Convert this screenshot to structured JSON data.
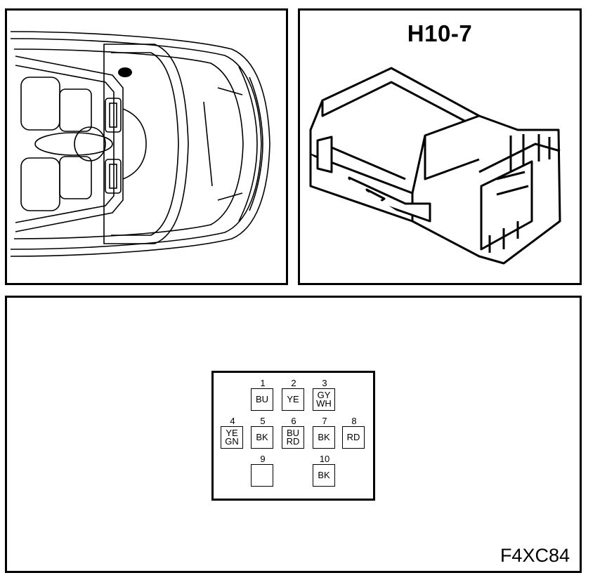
{
  "connector": {
    "title": "H10-7"
  },
  "figure_code": "F4XC84",
  "pins": [
    {
      "num": "1",
      "colors": [
        "BU"
      ]
    },
    {
      "num": "2",
      "colors": [
        "YE"
      ]
    },
    {
      "num": "3",
      "colors": [
        "GY",
        "WH"
      ]
    },
    {
      "num": "4",
      "colors": [
        "YE",
        "GN"
      ]
    },
    {
      "num": "5",
      "colors": [
        "BK"
      ]
    },
    {
      "num": "6",
      "colors": [
        "BU",
        "RD"
      ]
    },
    {
      "num": "7",
      "colors": [
        "BK"
      ]
    },
    {
      "num": "8",
      "colors": [
        "RD"
      ]
    },
    {
      "num": "9",
      "colors": []
    },
    {
      "num": "10",
      "colors": [
        "BK"
      ]
    }
  ]
}
